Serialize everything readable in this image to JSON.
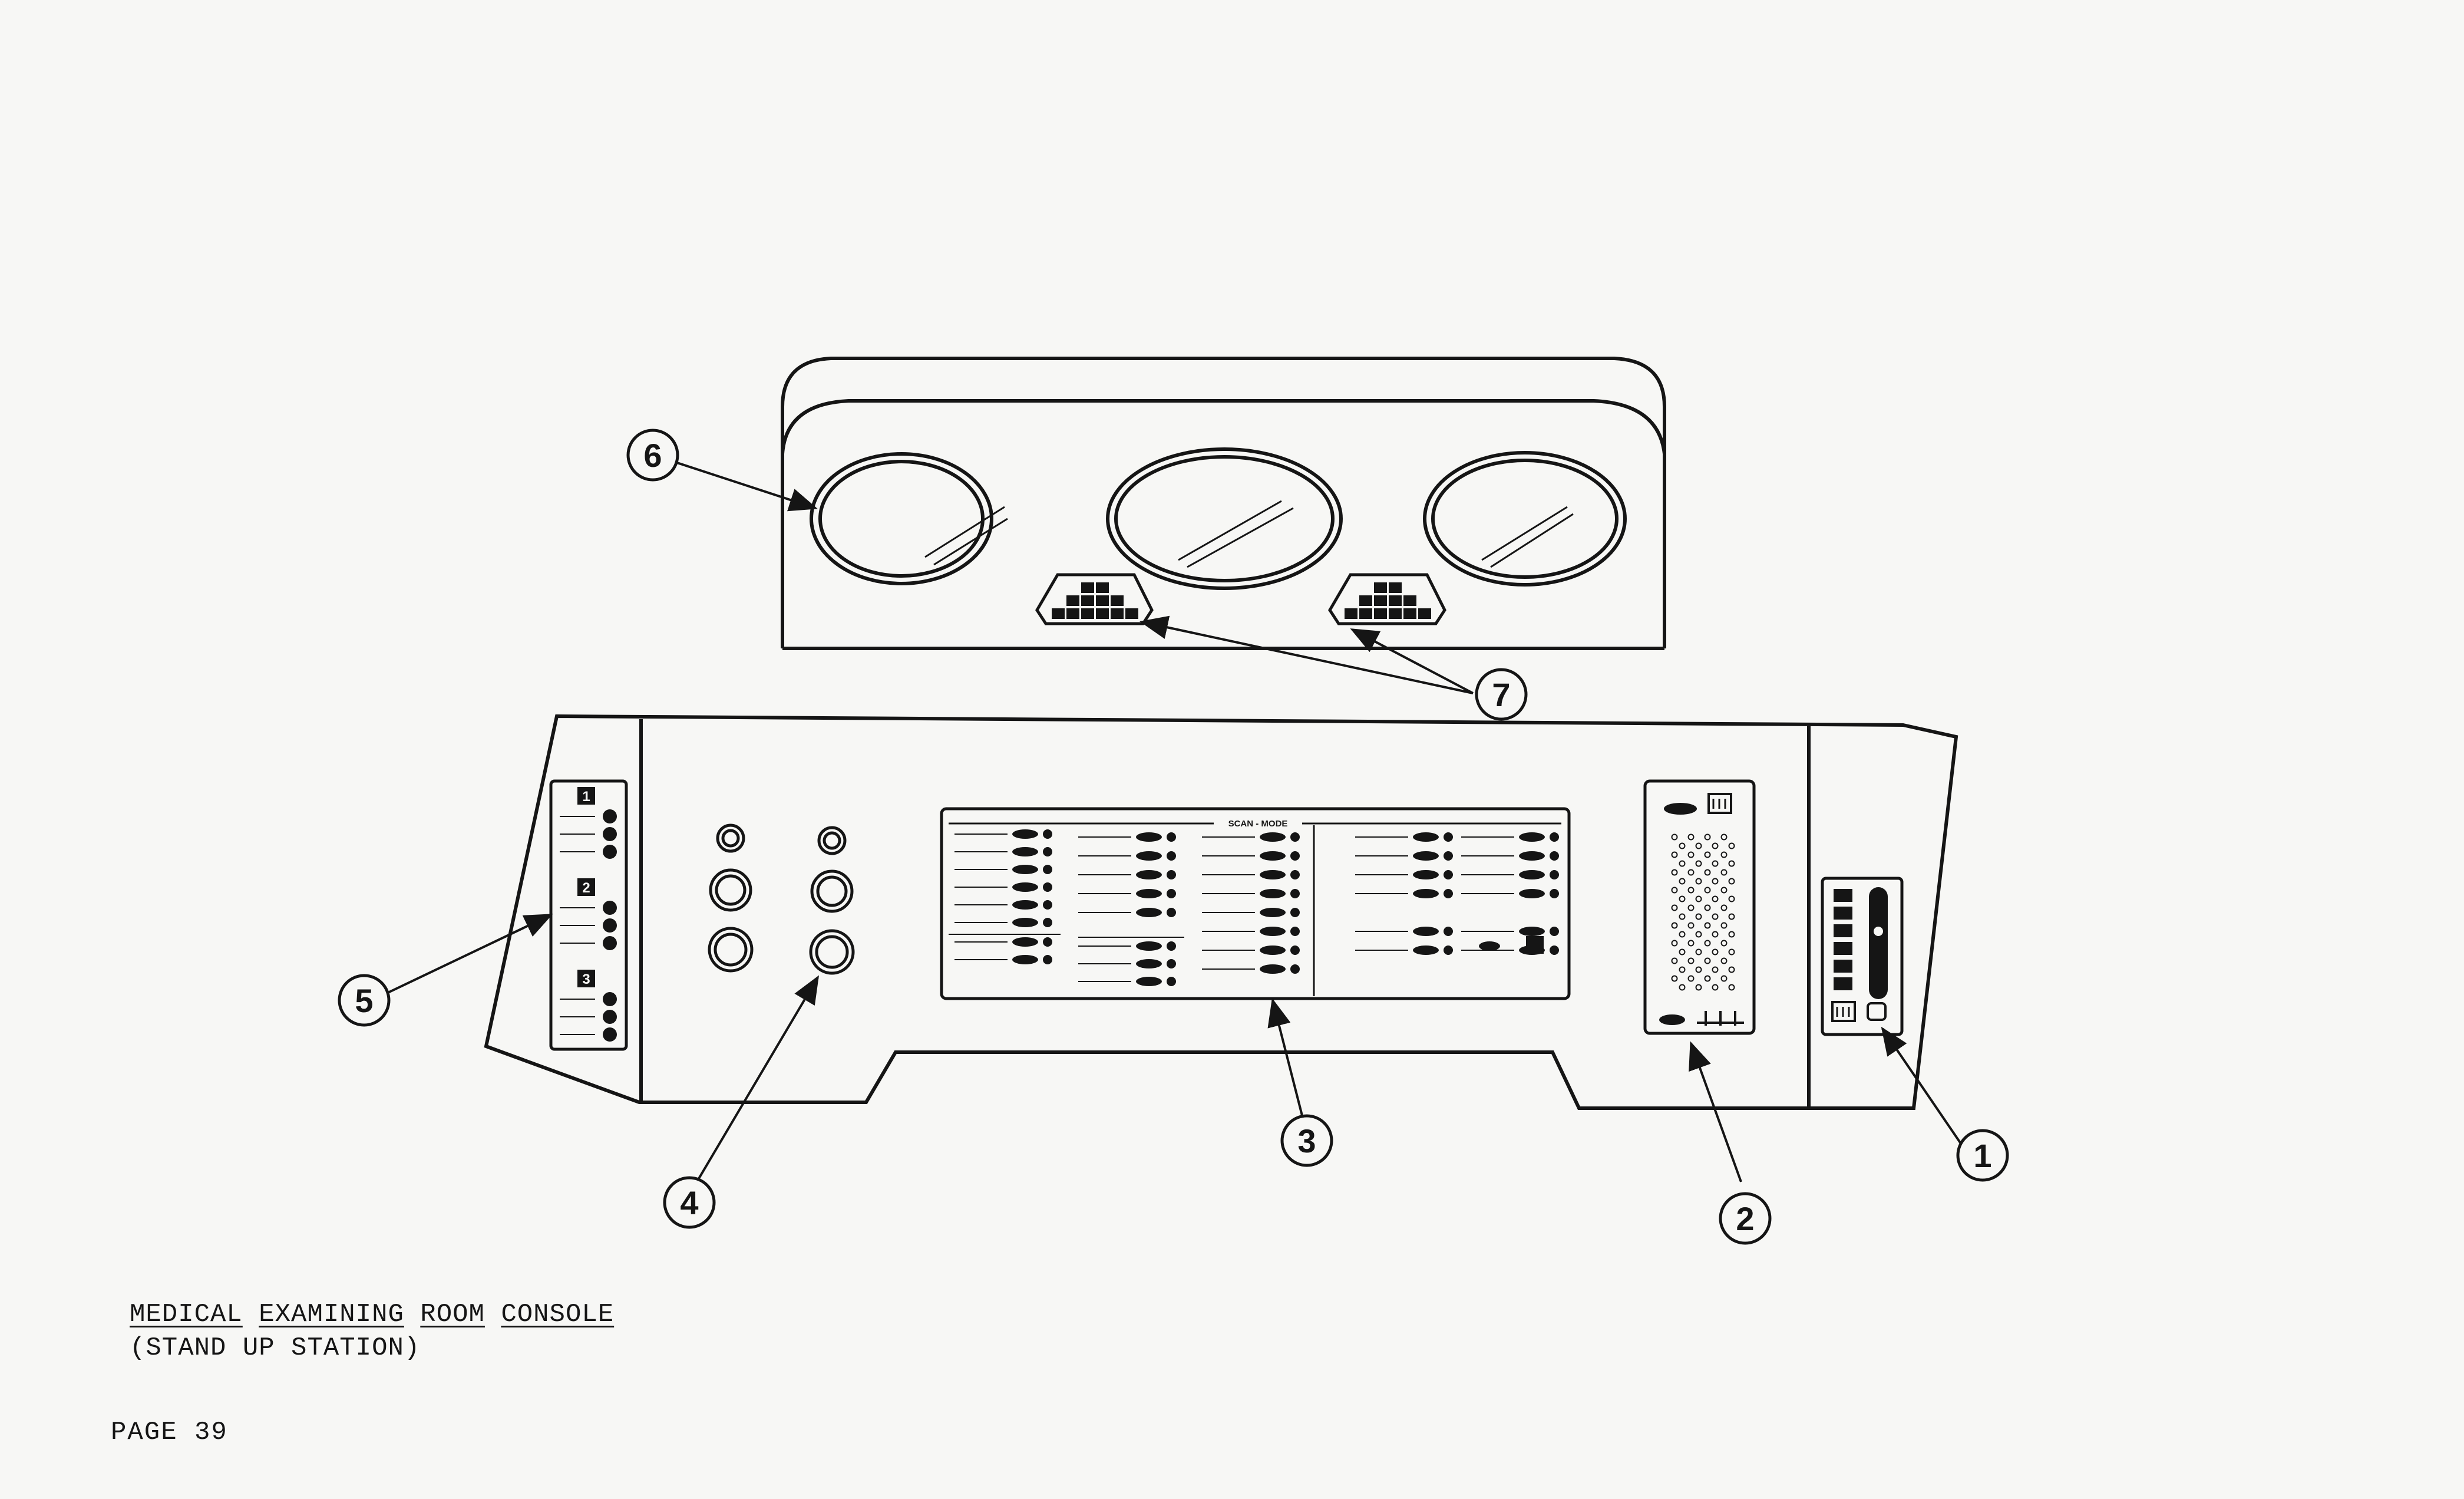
{
  "caption": {
    "line1_words": [
      "MEDICAL",
      "EXAMINING",
      "ROOM",
      "CONSOLE"
    ],
    "line2": "(STAND UP STATION)"
  },
  "page_label": "PAGE 39",
  "scan_panel_title": "SCAN - MODE",
  "left_panel": {
    "groups": [
      "1",
      "2",
      "3"
    ]
  },
  "callouts": [
    "1",
    "2",
    "3",
    "4",
    "5",
    "6",
    "7"
  ],
  "icons": {
    "callout": "numbered-circle-icon",
    "arrow": "arrowhead-icon"
  },
  "colors": {
    "ink": "#151515",
    "paper": "#f7f7f5"
  }
}
